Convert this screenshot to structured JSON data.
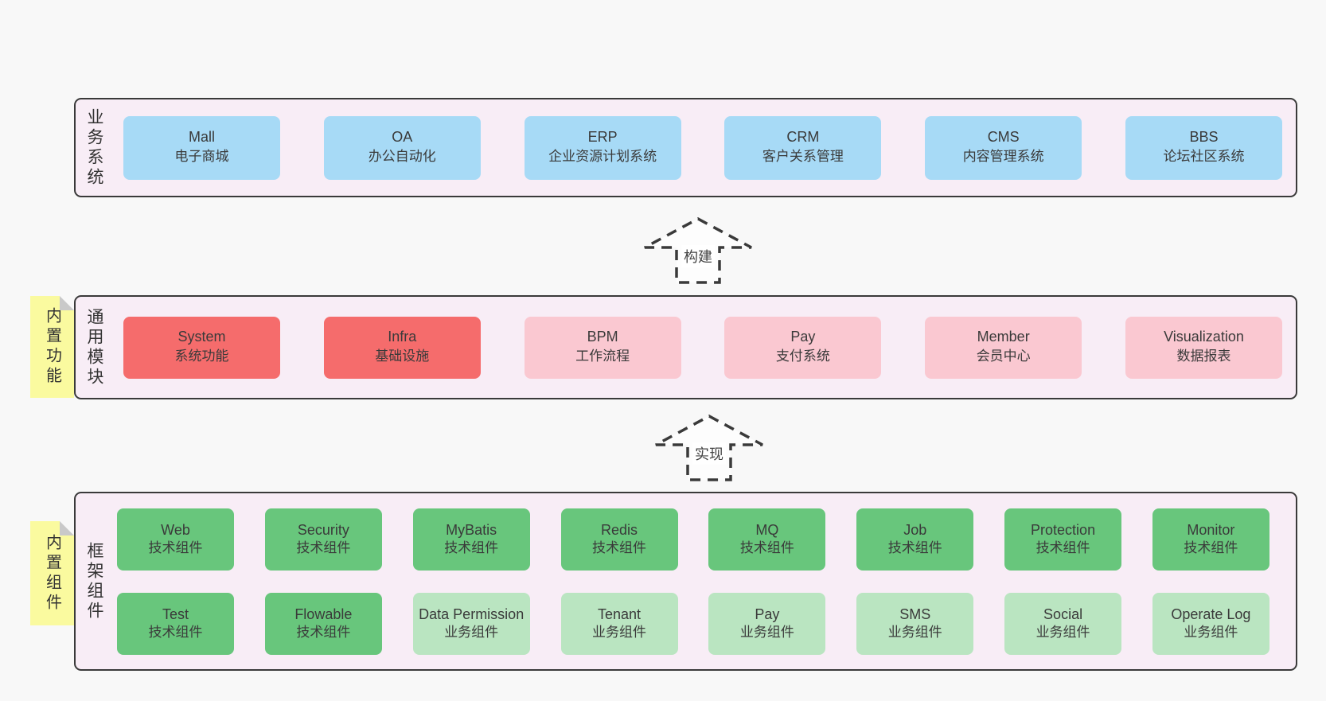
{
  "colors": {
    "canvas_bg": "#f8f8f8",
    "band_bg": "#f8edf6",
    "border": "#3a3a3a",
    "blue": "#a7daf6",
    "red": "#f56c6c",
    "pink": "#fac8d1",
    "green": "#68c67c",
    "light_green": "#bae5c1",
    "sticky": "#fafa9f",
    "fold": "#c9c9c9",
    "text": "#3a3a3a"
  },
  "bands": {
    "business": {
      "label": "业务系统",
      "boxes": [
        {
          "en": "Mall",
          "zh": "电子商城",
          "style": "blue"
        },
        {
          "en": "OA",
          "zh": "办公自动化",
          "style": "blue"
        },
        {
          "en": "ERP",
          "zh": "企业资源计划系统",
          "style": "blue"
        },
        {
          "en": "CRM",
          "zh": "客户关系管理",
          "style": "blue"
        },
        {
          "en": "CMS",
          "zh": "内容管理系统",
          "style": "blue"
        },
        {
          "en": "BBS",
          "zh": "论坛社区系统",
          "style": "blue"
        }
      ]
    },
    "modules": {
      "label": "通用模块",
      "sticky": "内置功能",
      "boxes": [
        {
          "en": "System",
          "zh": "系统功能",
          "style": "red"
        },
        {
          "en": "Infra",
          "zh": "基础设施",
          "style": "red"
        },
        {
          "en": "BPM",
          "zh": "工作流程",
          "style": "pink"
        },
        {
          "en": "Pay",
          "zh": "支付系统",
          "style": "pink"
        },
        {
          "en": "Member",
          "zh": "会员中心",
          "style": "pink"
        },
        {
          "en": "Visualization",
          "zh": "数据报表",
          "style": "pink"
        }
      ]
    },
    "components": {
      "label": "框架组件",
      "sticky": "内置组件",
      "rows": [
        [
          {
            "en": "Web",
            "zh": "技术组件",
            "style": "green"
          },
          {
            "en": "Security",
            "zh": "技术组件",
            "style": "green"
          },
          {
            "en": "MyBatis",
            "zh": "技术组件",
            "style": "green"
          },
          {
            "en": "Redis",
            "zh": "技术组件",
            "style": "green"
          },
          {
            "en": "MQ",
            "zh": "技术组件",
            "style": "green"
          },
          {
            "en": "Job",
            "zh": "技术组件",
            "style": "green"
          },
          {
            "en": "Protection",
            "zh": "技术组件",
            "style": "green"
          },
          {
            "en": "Monitor",
            "zh": "技术组件",
            "style": "green"
          }
        ],
        [
          {
            "en": "Test",
            "zh": "技术组件",
            "style": "green"
          },
          {
            "en": "Flowable",
            "zh": "技术组件",
            "style": "green"
          },
          {
            "en": "Data Permission",
            "zh": "业务组件",
            "style": "light_green"
          },
          {
            "en": "Tenant",
            "zh": "业务组件",
            "style": "light_green"
          },
          {
            "en": "Pay",
            "zh": "业务组件",
            "style": "light_green"
          },
          {
            "en": "SMS",
            "zh": "业务组件",
            "style": "light_green"
          },
          {
            "en": "Social",
            "zh": "业务组件",
            "style": "light_green"
          },
          {
            "en": "Operate Log",
            "zh": "业务组件",
            "style": "light_green"
          }
        ]
      ]
    }
  },
  "arrows": [
    {
      "label": "构建"
    },
    {
      "label": "实现"
    }
  ]
}
